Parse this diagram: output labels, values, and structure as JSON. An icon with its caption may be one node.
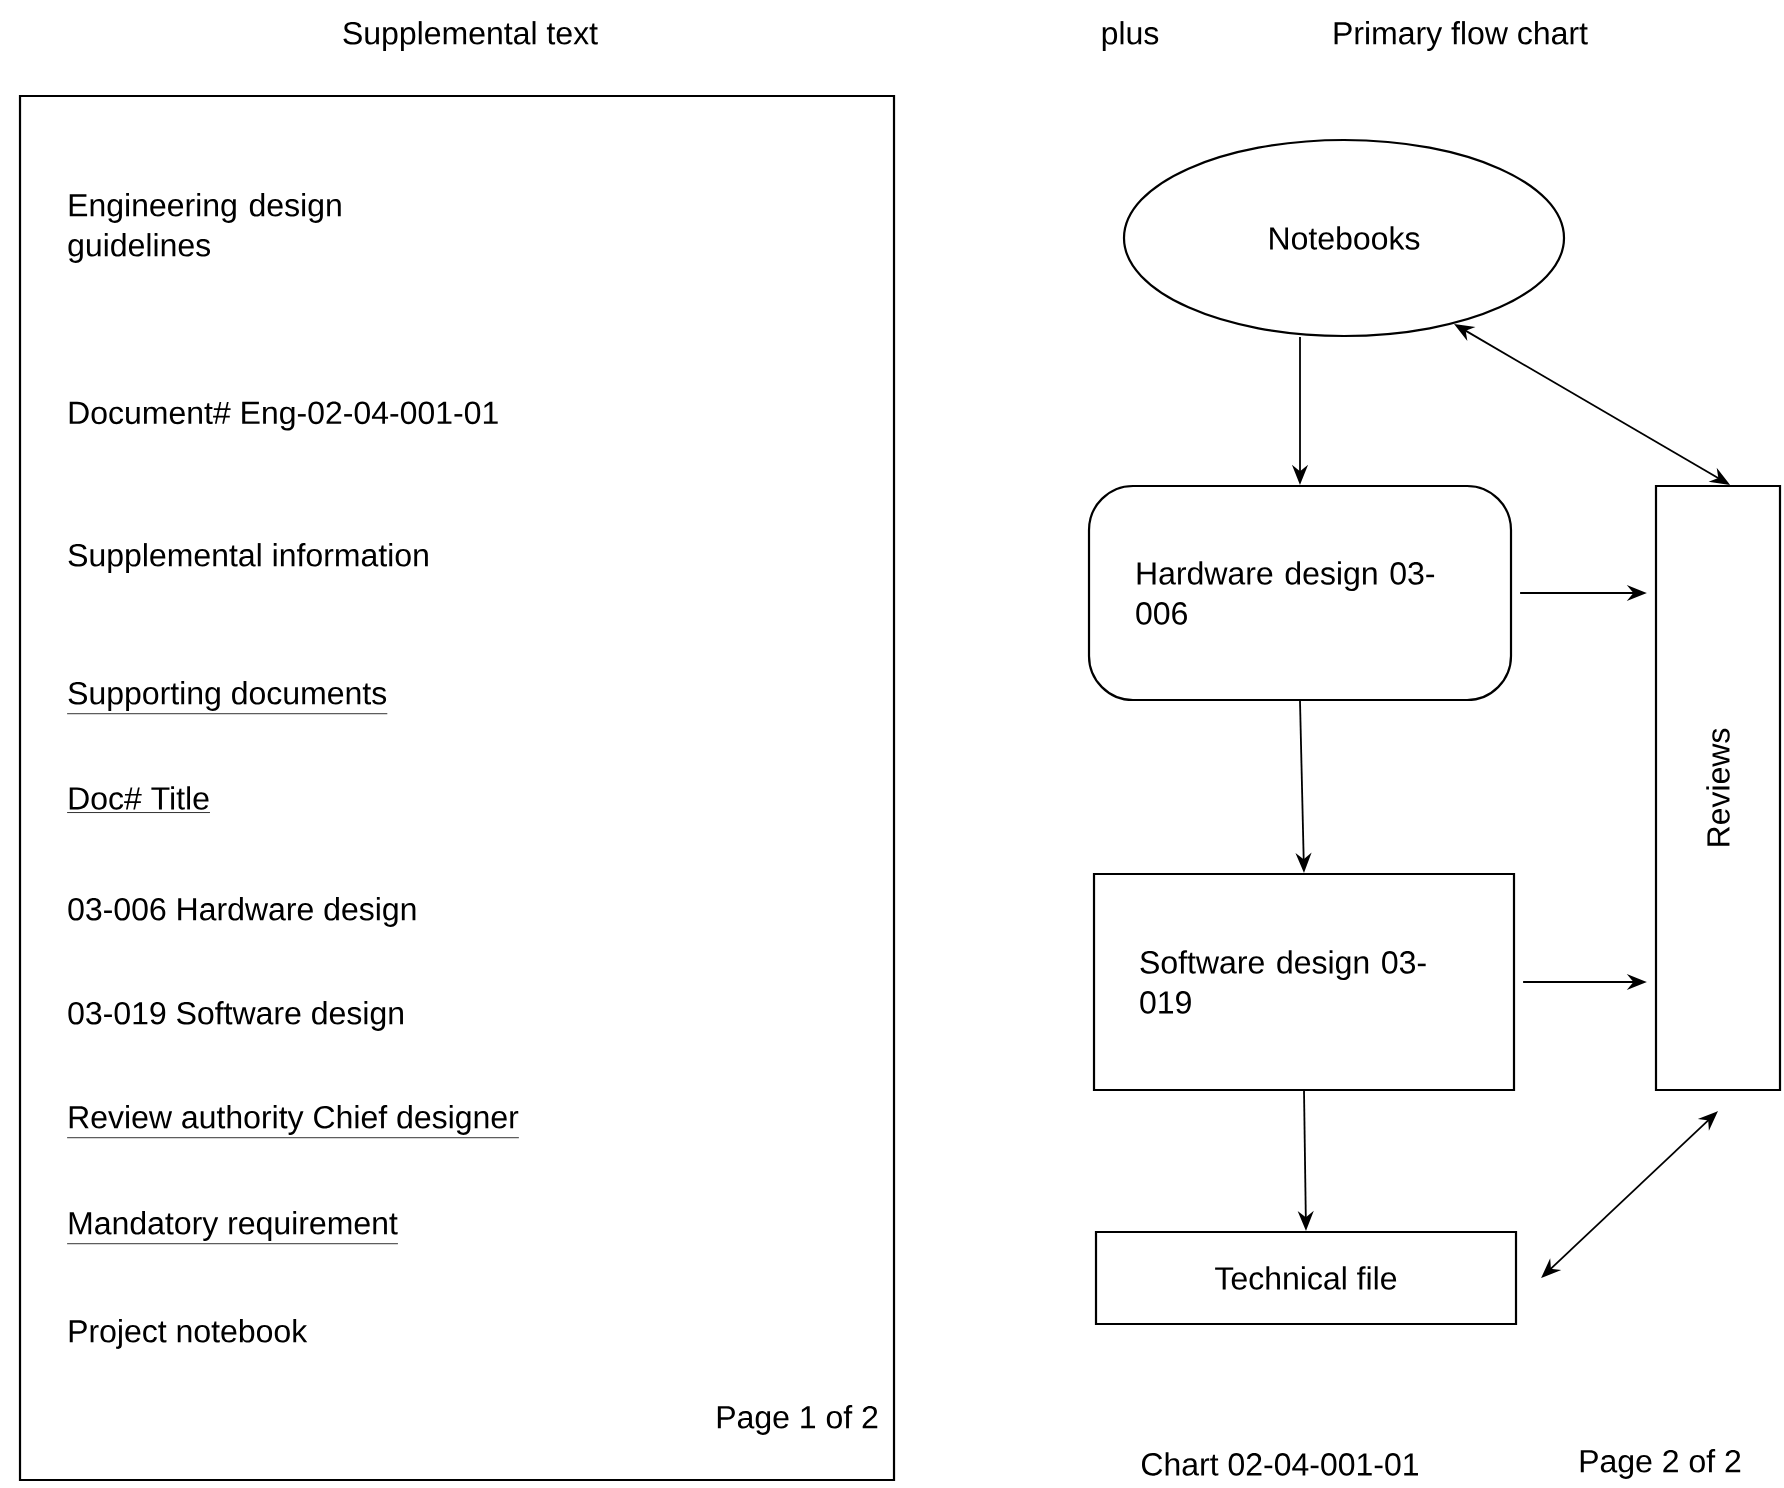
{
  "diagram": {
    "nodes": [
      {
        "text": [
          "Supplemental text",
          "Engineering design guidelines",
          "Document# Eng-02-04-001-01",
          "Supplemental information",
          "Supporting documents",
          "Doc# Title",
          "03-006 Hardware design",
          "03-019 Software design",
          "Review authority Chief designer",
          "Mandatory requirement",
          "Project notebook",
          "Page 1 of 2"
        ]
      },
      {
        "text": [
          "Notebooks"
        ]
      },
      {
        "text": [
          "Hardware design 03-006"
        ]
      },
      {
        "text": [
          "Software design 03-019"
        ]
      },
      {
        "text": [
          "Technical file"
        ]
      },
      {
        "text": [
          "Reviews"
        ]
      }
    ],
    "edges": [
      {
        "from": 1,
        "to": 2,
        "arrow": "to"
      },
      {
        "from": 1,
        "to": 5,
        "arrow": "both"
      },
      {
        "from": 2,
        "to": 5,
        "arrow": "to"
      },
      {
        "from": 2,
        "to": 3,
        "arrow": "to"
      },
      {
        "from": 3,
        "to": 5,
        "arrow": "to"
      },
      {
        "from": 3,
        "to": 4,
        "arrow": "to"
      },
      {
        "from": 4,
        "to": 5,
        "arrow": "both"
      }
    ],
    "labels": [
      "plus",
      "Primary flow chart",
      "Chart 02-04-001-01",
      "Page 2 of 2"
    ]
  }
}
